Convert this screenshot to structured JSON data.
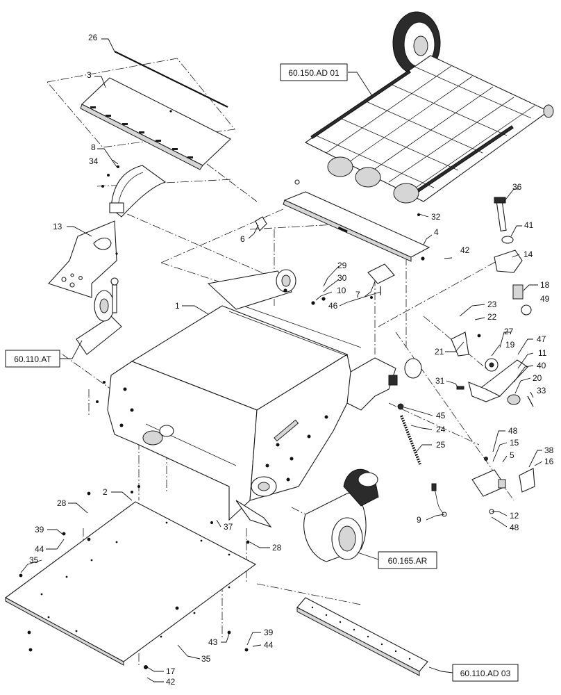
{
  "callouts": [
    "26",
    "3",
    "8",
    "34",
    "13",
    "60.150.AD 01",
    "36",
    "41",
    "14",
    "18",
    "49",
    "32",
    "6",
    "4",
    "42",
    "29",
    "30",
    "10",
    "7",
    "46",
    "1",
    "23",
    "22",
    "27",
    "19",
    "21",
    "47",
    "11",
    "40",
    "20",
    "33",
    "31",
    "60.110.AT",
    "45",
    "24",
    "25",
    "48",
    "15",
    "5",
    "38",
    "16",
    "2",
    "28",
    "37",
    "39",
    "44",
    "35",
    "9",
    "12",
    "48",
    "60.165.AR",
    "28",
    "43",
    "35",
    "39",
    "44",
    "17",
    "42",
    "60.110.AD 03"
  ],
  "reference_boxes": [
    "60.150.AD 01",
    "60.110.AT",
    "60.165.AR",
    "60.110.AD 03"
  ]
}
